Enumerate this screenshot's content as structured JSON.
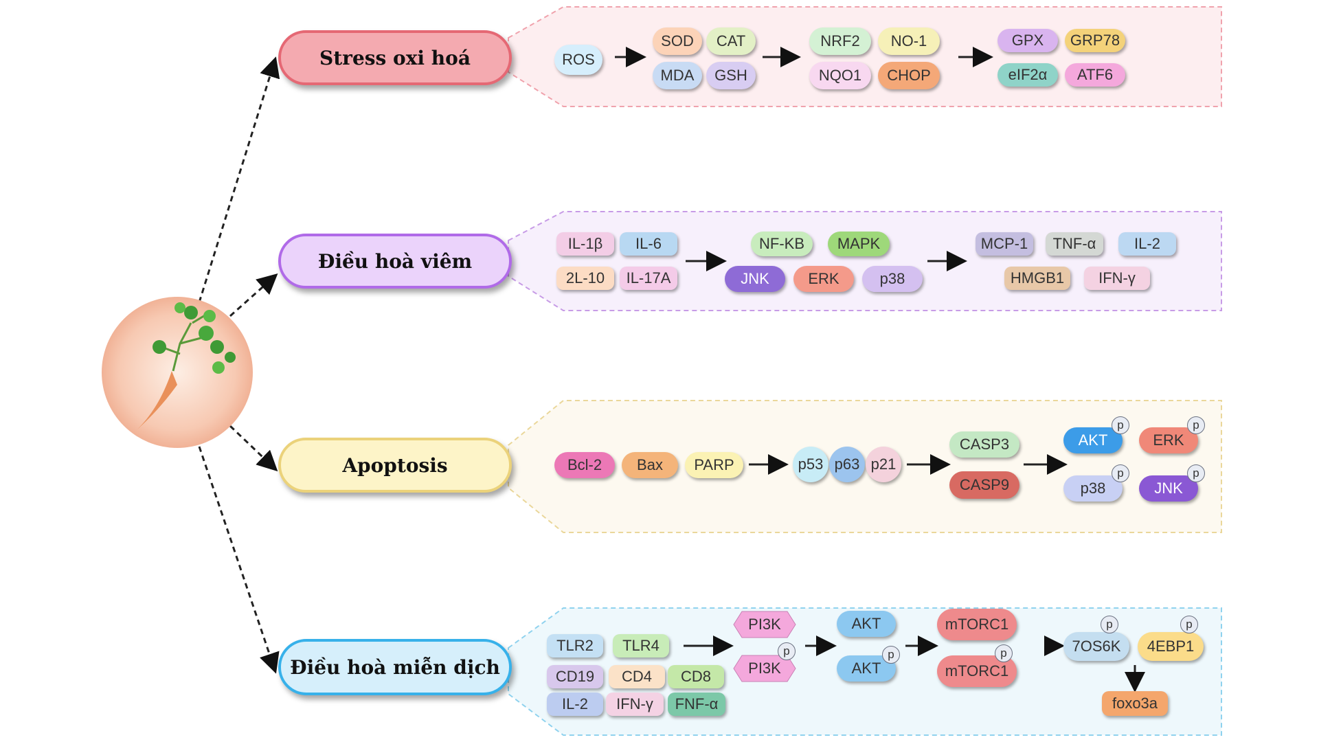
{
  "center": {
    "icon": "ginseng-icon"
  },
  "categories": [
    {
      "label": "Stress oxi hoá",
      "color": "#f3a6ad",
      "border": "#e0606a"
    },
    {
      "label": "Điều hoà viêm",
      "color": "#e8cdfa",
      "border": "#b46ee6"
    },
    {
      "label": "Apoptosis",
      "color": "#fdf3c4",
      "border": "#e8cf6f"
    },
    {
      "label": "Điều hoà miễn dịch",
      "color": "#d6f0fb",
      "border": "#37b1ea"
    }
  ],
  "stress": {
    "ros": "ROS",
    "g1": [
      "SOD",
      "CAT",
      "MDA",
      "GSH"
    ],
    "g2": [
      "NRF2",
      "NO-1",
      "NQO1",
      "CHOP"
    ],
    "g3": [
      "GPX",
      "GRP78",
      "eIF2α",
      "ATF6"
    ]
  },
  "inflam": {
    "g1": [
      "IL-1β",
      "IL-6",
      "2L-10",
      "IL-17A"
    ],
    "g2": [
      "NF-KB",
      "MAPK",
      "JNK",
      "ERK",
      "p38"
    ],
    "g3": [
      "MCP-1",
      "TNF-α",
      "IL-2",
      "HMGB1",
      "IFN-γ"
    ]
  },
  "apoptosis": {
    "g1": [
      "Bcl-2",
      "Bax",
      "PARP"
    ],
    "g2": [
      "p53",
      "p63",
      "p21"
    ],
    "g3": [
      "CASP3",
      "CASP9"
    ],
    "g4": [
      "AKT",
      "ERK",
      "p38",
      "JNK"
    ]
  },
  "immune": {
    "g1": [
      "TLR2",
      "TLR4",
      "CD19",
      "CD4",
      "CD8",
      "IL-2",
      "IFN-γ",
      "FNF-α"
    ],
    "pi3k": "PI3K",
    "akt": "AKT",
    "mtorc1": "mTORC1",
    "s6k": "7OS6K",
    "ebp": "4EBP1",
    "foxo": "foxo3a"
  },
  "phospho_label": "p"
}
